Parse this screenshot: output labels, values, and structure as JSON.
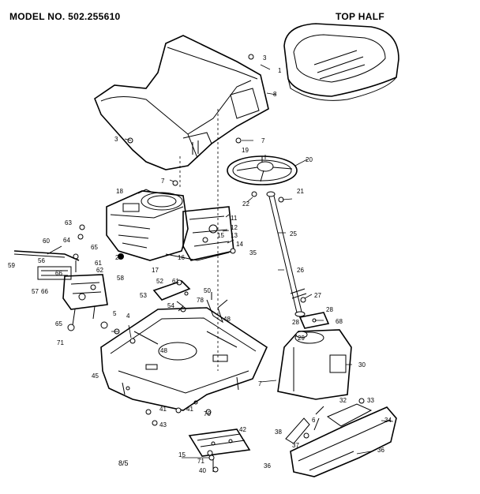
{
  "header": {
    "model": "MODEL NO. 502.255610",
    "section": "TOP HALF",
    "page": "8/5"
  },
  "callouts": [
    {
      "id": "c1",
      "text": "1"
    },
    {
      "id": "c3a",
      "text": "3"
    },
    {
      "id": "c8",
      "text": "8"
    },
    {
      "id": "c3b",
      "text": "3"
    },
    {
      "id": "c7a",
      "text": "7"
    },
    {
      "id": "c19",
      "text": "19"
    },
    {
      "id": "c20",
      "text": "20"
    },
    {
      "id": "c7b",
      "text": "7"
    },
    {
      "id": "c18",
      "text": "18"
    },
    {
      "id": "c21",
      "text": "21"
    },
    {
      "id": "c22",
      "text": "22"
    },
    {
      "id": "c11",
      "text": "11"
    },
    {
      "id": "c12",
      "text": "12"
    },
    {
      "id": "c13",
      "text": "13"
    },
    {
      "id": "c14",
      "text": "14"
    },
    {
      "id": "c15",
      "text": "15"
    },
    {
      "id": "c35",
      "text": "35"
    },
    {
      "id": "c16",
      "text": "16"
    },
    {
      "id": "c25",
      "text": "25"
    },
    {
      "id": "c63",
      "text": "63"
    },
    {
      "id": "c64",
      "text": "64"
    },
    {
      "id": "c60",
      "text": "60"
    },
    {
      "id": "c65",
      "text": "65"
    },
    {
      "id": "c59",
      "text": "59"
    },
    {
      "id": "c61",
      "text": "61"
    },
    {
      "id": "c62",
      "text": "62"
    },
    {
      "id": "c56",
      "text": "56"
    },
    {
      "id": "c66",
      "text": "66"
    },
    {
      "id": "c2",
      "text": "2"
    },
    {
      "id": "c17",
      "text": "17"
    },
    {
      "id": "c58",
      "text": "58"
    },
    {
      "id": "c26",
      "text": "26"
    },
    {
      "id": "c57",
      "text": "57"
    },
    {
      "id": "c66b",
      "text": "66"
    },
    {
      "id": "c52",
      "text": "52"
    },
    {
      "id": "c61b",
      "text": "61"
    },
    {
      "id": "c53",
      "text": "53"
    },
    {
      "id": "c50",
      "text": "50"
    },
    {
      "id": "c27",
      "text": "27"
    },
    {
      "id": "c78",
      "text": "78"
    },
    {
      "id": "c54",
      "text": "54"
    },
    {
      "id": "c28a",
      "text": "28"
    },
    {
      "id": "c48a",
      "text": "48"
    },
    {
      "id": "c28b",
      "text": "28"
    },
    {
      "id": "c68",
      "text": "68"
    },
    {
      "id": "c65b",
      "text": "65"
    },
    {
      "id": "c5",
      "text": "5"
    },
    {
      "id": "c4",
      "text": "4"
    },
    {
      "id": "c29",
      "text": "29"
    },
    {
      "id": "c71",
      "text": "71"
    },
    {
      "id": "c48b",
      "text": "48"
    },
    {
      "id": "c30",
      "text": "30"
    },
    {
      "id": "c45",
      "text": "45"
    },
    {
      "id": "c7c",
      "text": "7"
    },
    {
      "id": "c33",
      "text": "33"
    },
    {
      "id": "c32",
      "text": "32"
    },
    {
      "id": "c41",
      "text": "41"
    },
    {
      "id": "c41b",
      "text": "41"
    },
    {
      "id": "c70",
      "text": "70"
    },
    {
      "id": "c6",
      "text": "6"
    },
    {
      "id": "c34",
      "text": "34"
    },
    {
      "id": "c43",
      "text": "43"
    },
    {
      "id": "c42",
      "text": "42"
    },
    {
      "id": "c38",
      "text": "38"
    },
    {
      "id": "c37",
      "text": "37"
    },
    {
      "id": "c36",
      "text": "36"
    },
    {
      "id": "c15b",
      "text": "15"
    },
    {
      "id": "c71b",
      "text": "71"
    },
    {
      "id": "c40",
      "text": "40"
    },
    {
      "id": "c36b",
      "text": "36"
    }
  ]
}
